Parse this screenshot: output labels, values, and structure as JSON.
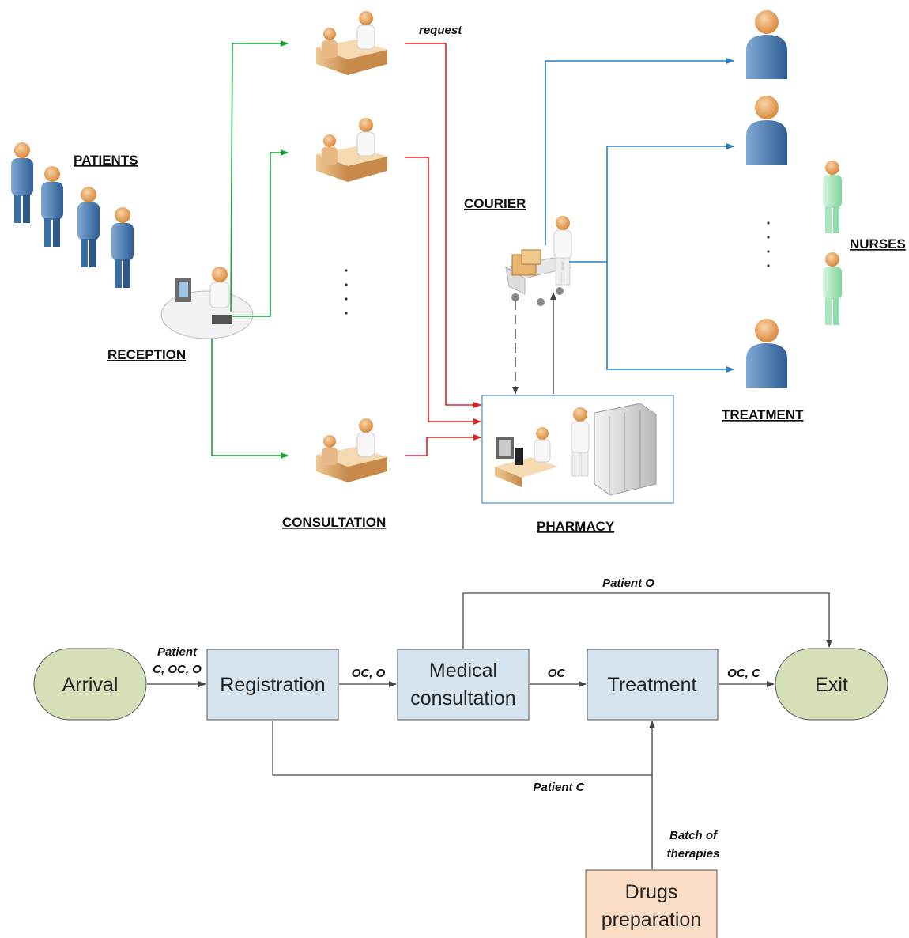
{
  "top": {
    "labels": {
      "patients": "PATIENTS",
      "reception": "RECEPTION",
      "consultation": "CONSULTATION",
      "pharmacy": "PHARMACY",
      "courier": "COURIER",
      "treatment": "TREATMENT",
      "nurses": "NURSES",
      "request": "request"
    },
    "colors": {
      "reception_flow": "#1aa33a",
      "request_flow": "#e32020",
      "courier_flow": "#2a7fc0"
    }
  },
  "flow": {
    "nodes": {
      "arrival": "Arrival",
      "registration": "Registration",
      "medical_line1": "Medical",
      "medical_line2": "consultation",
      "treatment": "Treatment",
      "exit": "Exit",
      "drugs_line1": "Drugs",
      "drugs_line2": "preparation"
    },
    "edges": {
      "arrival_reg_line1": "Patient",
      "arrival_reg_line2": "C, OC, O",
      "reg_med": "OC, O",
      "med_treat": "OC",
      "treat_exit": "OC, C",
      "patient_o": "Patient O",
      "patient_c": "Patient C",
      "batch_line1": "Batch of",
      "batch_line2": "therapies"
    },
    "colors": {
      "terminal_fill": "#d5dfb8",
      "process_fill": "#d6e4f0",
      "drugs_fill": "#fbdcc4"
    }
  }
}
